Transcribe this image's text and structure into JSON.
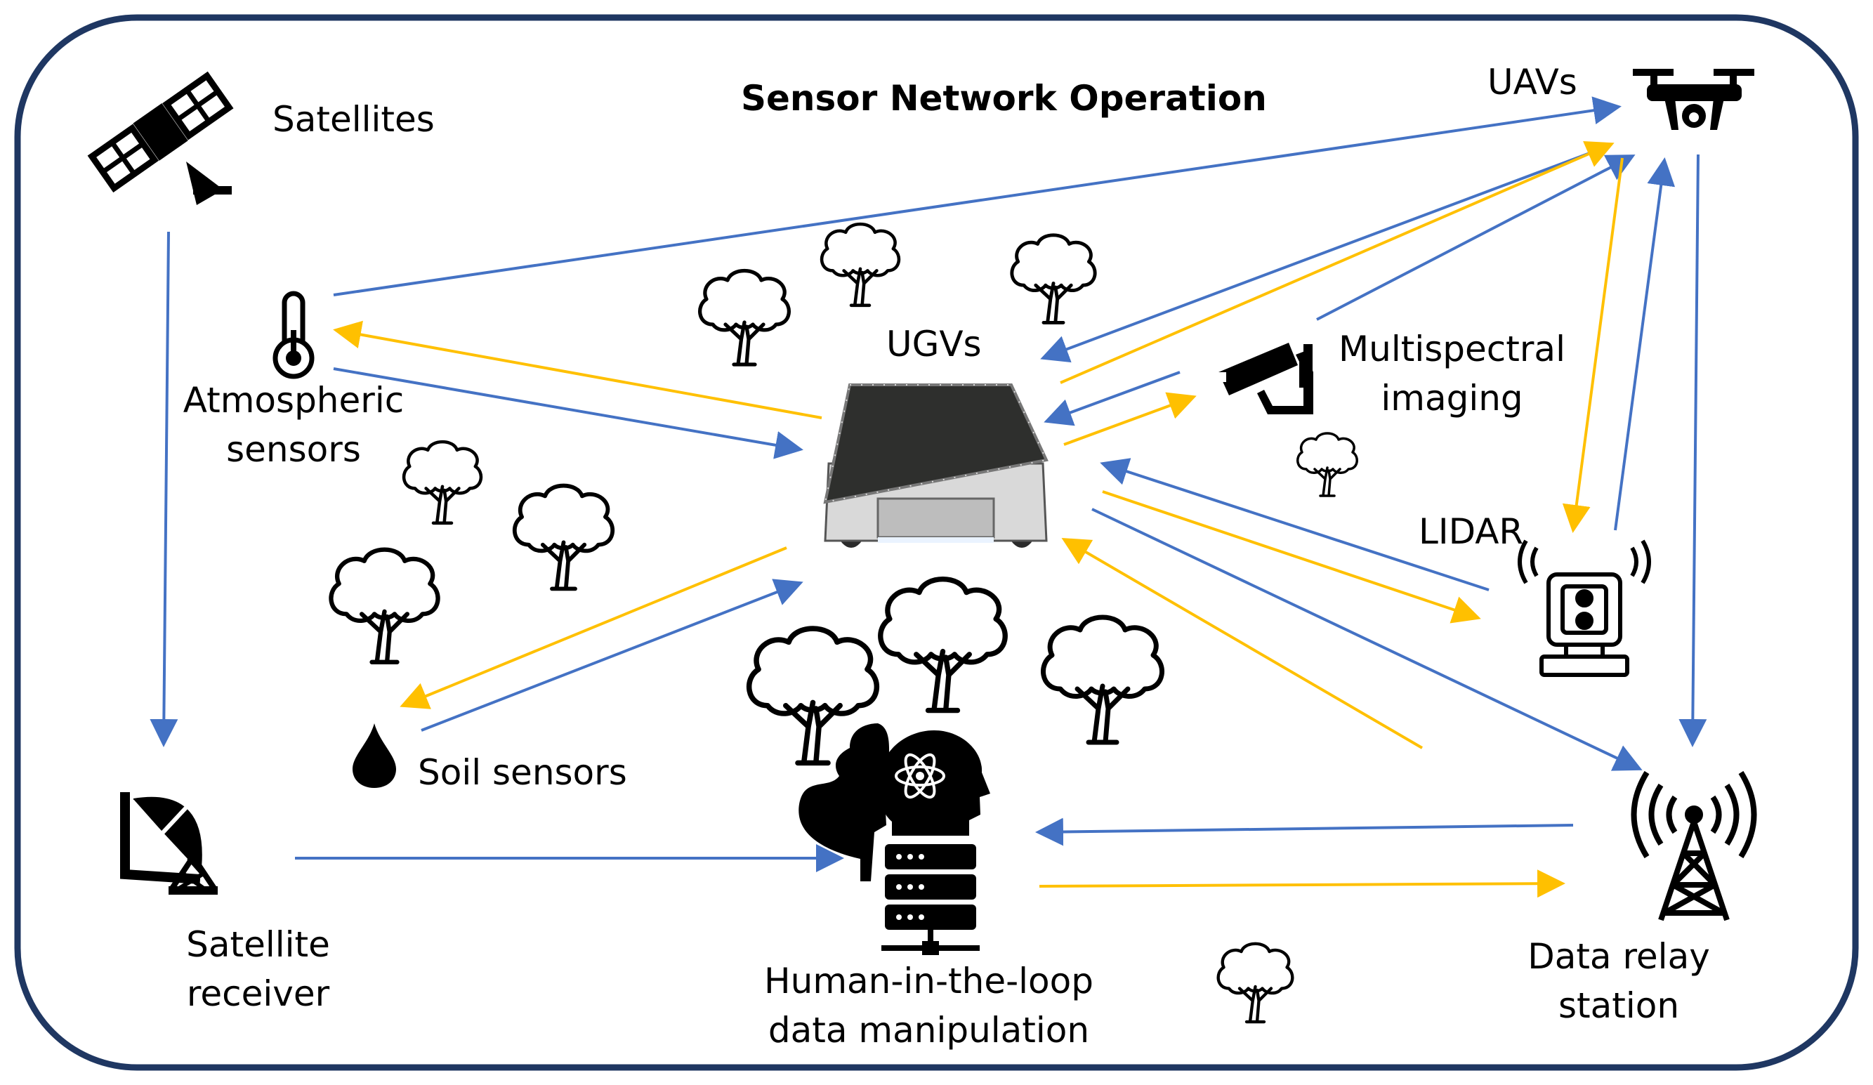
{
  "title": "Sensor Network Operation",
  "colors": {
    "border": "#1f3762",
    "blue_arrow": "#4472c4",
    "yellow_arrow": "#ffc000",
    "icon": "#000000"
  },
  "nodes": {
    "satellites": {
      "label": "Satellites",
      "icon": "satellite-icon"
    },
    "uavs": {
      "label": "UAVs",
      "icon": "drone-icon"
    },
    "atmospheric": {
      "label_lines": [
        "Atmospheric",
        "sensors"
      ],
      "icon": "thermometer-icon"
    },
    "ugvs": {
      "label": "UGVs",
      "icon": "ugv-robot-image"
    },
    "multispectral": {
      "label_lines": [
        "Multispectral",
        "imaging"
      ],
      "icon": "camera-icon"
    },
    "lidar": {
      "label": "LIDAR",
      "icon": "lidar-icon"
    },
    "soil": {
      "label": "Soil sensors",
      "icon": "water-drop-icon"
    },
    "satellite_receiver": {
      "label_lines": [
        "Satellite",
        "receiver"
      ],
      "icon": "satellite-dish-icon"
    },
    "human": {
      "label_lines": [
        "Human-in-the-loop",
        "data manipulation"
      ],
      "icon": "human-server-icon"
    },
    "relay": {
      "label_lines": [
        "Data relay",
        "station"
      ],
      "icon": "radio-tower-icon"
    }
  },
  "decorations": {
    "tree_icon": "tree-icon"
  }
}
